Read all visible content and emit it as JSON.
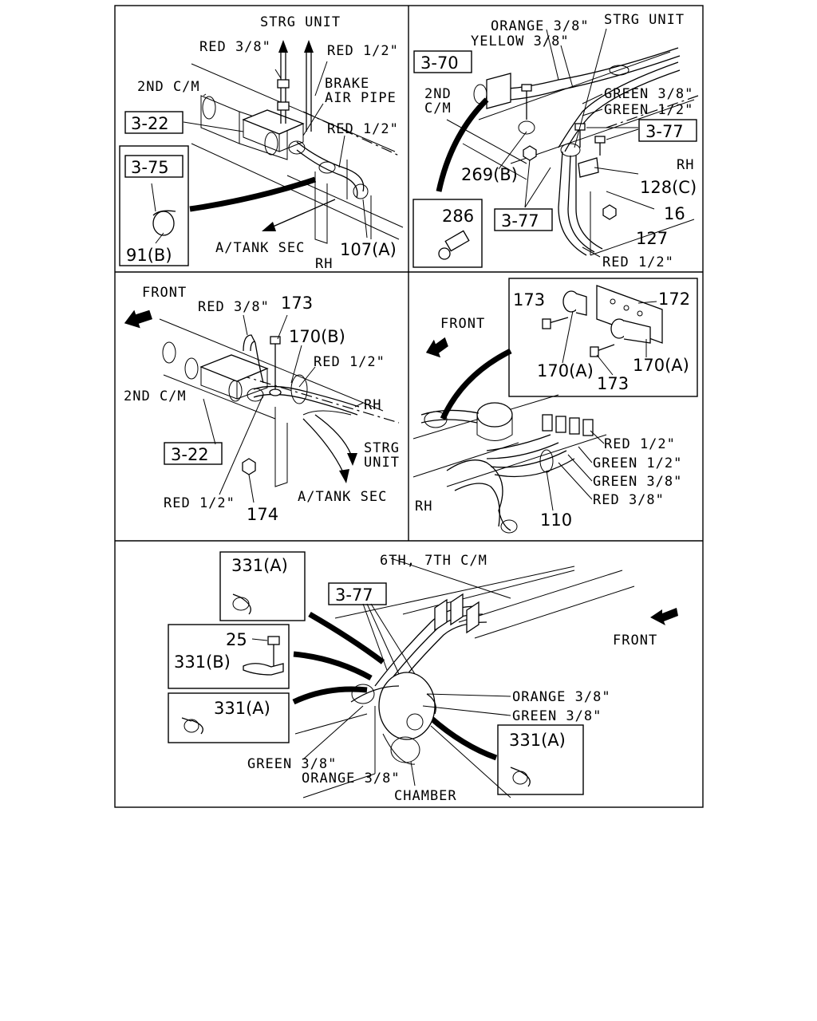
{
  "panel1": {
    "strg_unit": "STRG UNIT",
    "red_38": "RED 3/8\"",
    "red_12_top": "RED 1/2\"",
    "brake": "BRAKE",
    "air_pipe": "AIR PIPE",
    "second_cm": "2ND C/M",
    "red_12_mid": "RED 1/2\"",
    "ref_3_22": "3-22",
    "ref_3_75": "3-75",
    "part_91b": "91(B)",
    "a_tank_sec": "A/TANK SEC",
    "rh": "RH",
    "part_107a": "107(A)"
  },
  "panel2": {
    "orange_38": "ORANGE 3/8\"",
    "yellow_38": "YELLOW 3/8\"",
    "strg_unit": "STRG UNIT",
    "ref_3_70": "3-70",
    "second": "2ND",
    "cm": "C/M",
    "green_38": "GREEN 3/8\"",
    "green_12": "GREEN 1/2\"",
    "ref_3_77_a": "3-77",
    "rh": "RH",
    "part_269b": "269(B)",
    "part_128c": "128(C)",
    "part_286": "286",
    "ref_3_77_b": "3-77",
    "part_16": "16",
    "part_127": "127",
    "red_12": "RED 1/2\""
  },
  "panel3": {
    "front": "FRONT",
    "red_38": "RED 3/8\"",
    "part_173": "173",
    "part_170b": "170(B)",
    "red_12_top": "RED 1/2\"",
    "second_cm": "2ND C/M",
    "rh": "RH",
    "strg": "STRG",
    "unit": "UNIT",
    "ref_3_22": "3-22",
    "red_12_bottom": "RED 1/2\"",
    "a_tank_sec": "A/TANK SEC",
    "part_174": "174"
  },
  "panel4": {
    "part_173_a": "173",
    "part_172": "172",
    "front": "FRONT",
    "part_170a_left": "170(A)",
    "part_170a_right": "170(A)",
    "part_173_b": "173",
    "red_12": "RED 1/2\"",
    "green_12": "GREEN 1/2\"",
    "green_38": "GREEN 3/8\"",
    "red_38": "RED 3/8\"",
    "rh": "RH",
    "part_110": "110"
  },
  "panel5": {
    "part_331a_1": "331(A)",
    "cm_67": "6TH, 7TH C/M",
    "ref_3_77": "3-77",
    "front": "FRONT",
    "part_25": "25",
    "part_331b": "331(B)",
    "part_331a_2": "331(A)",
    "orange_38_r": "ORANGE 3/8\"",
    "green_38_r": "GREEN 3/8\"",
    "part_331a_3": "331(A)",
    "green_38_l": "GREEN 3/8\"",
    "orange_38_l": "ORANGE 3/8\"",
    "chamber": "CHAMBER"
  }
}
